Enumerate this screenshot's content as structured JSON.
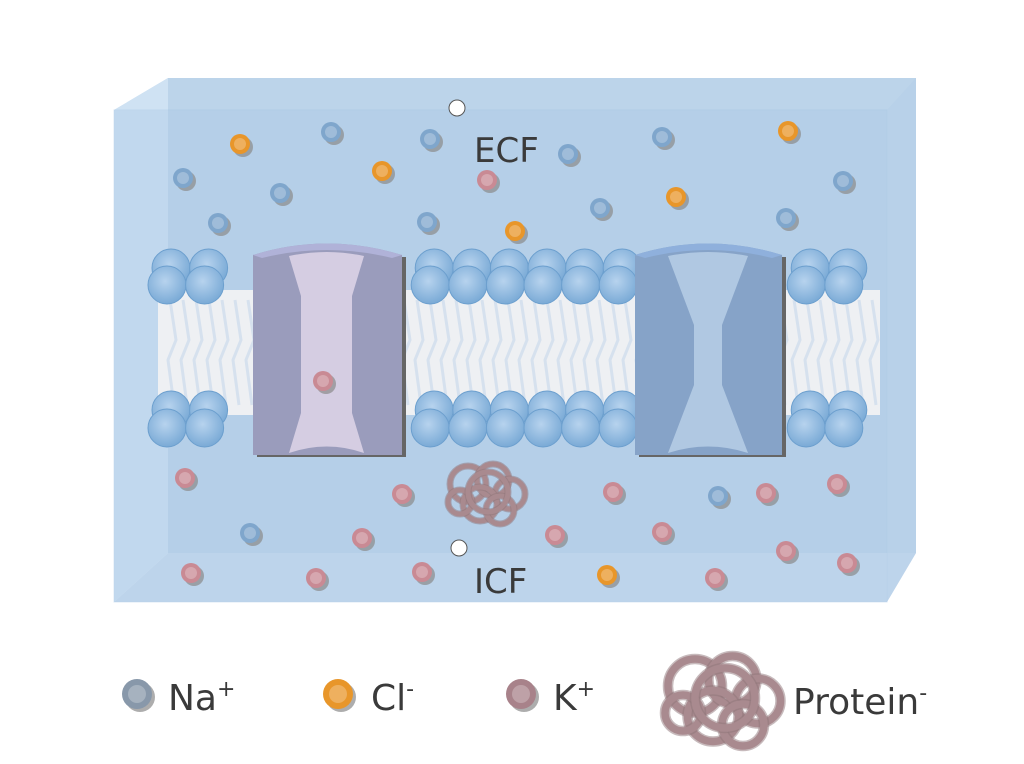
{
  "labels": {
    "ecf": "ECF",
    "icf": "ICF"
  },
  "legend": [
    {
      "ion": "na",
      "label": "Na",
      "charge": "+"
    },
    {
      "ion": "cl",
      "label": "Cl",
      "charge": "-"
    },
    {
      "ion": "k",
      "label": "K",
      "charge": "+"
    },
    {
      "ion": "protein",
      "label": "Protein",
      "charge": "-"
    }
  ],
  "colors": {
    "na": "#7fa6cc",
    "cl": "#e8962a",
    "k": "#c98a94",
    "protein": "#a98a8f",
    "fluid": "#bcd4ea",
    "membrane_head": "#86b3dc",
    "channel_k": "#9a9cbc",
    "channel_k_pore": "#d5cde2",
    "channel_na": "#86a3c8",
    "channel_na_pore": "#b0c8e2"
  }
}
